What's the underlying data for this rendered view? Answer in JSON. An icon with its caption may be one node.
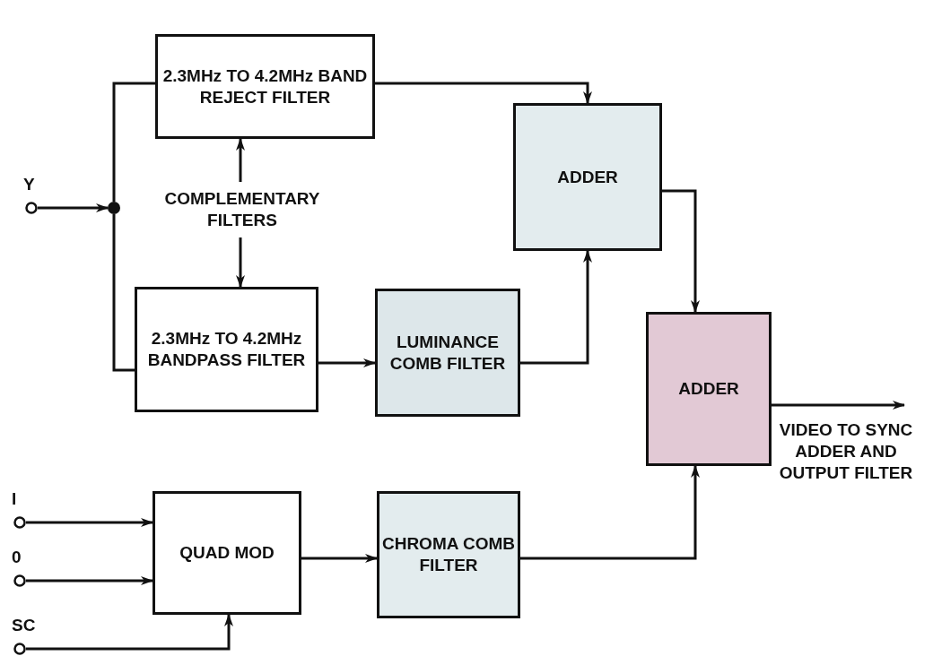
{
  "diagram": {
    "nodes": [
      {
        "text": [
          "2.3MHz TO 4.2MHz BAND REJECT FILTER"
        ]
      },
      {
        "text": [
          "2.3MHz TO 4.2MHz BANDPASS FILTER"
        ]
      },
      {
        "text": [
          "LUMINANCE COMB FILTER"
        ]
      },
      {
        "text": [
          "ADDER"
        ]
      },
      {
        "text": [
          "ADDER"
        ]
      },
      {
        "text": [
          "QUAD MOD"
        ]
      },
      {
        "text": [
          "CHROMA COMB FILTER"
        ]
      },
      {
        "text": [],
        "shape": "circle",
        "beside": [
          "Y"
        ]
      },
      {
        "text": [],
        "shape": "circle",
        "beside": [
          "I"
        ]
      },
      {
        "text": [],
        "shape": "circle",
        "beside": [
          "0"
        ]
      },
      {
        "text": [],
        "shape": "circle",
        "beside": [
          "SC"
        ]
      },
      {
        "text": [],
        "shape": "dot"
      },
      {
        "text": [
          "COMPLEMENTARY FILTERS"
        ]
      }
    ],
    "edges": [
      {
        "from": 7,
        "to": 11,
        "arrow": "to"
      },
      {
        "from": 11,
        "to": 0,
        "arrow": "none"
      },
      {
        "from": 11,
        "to": 1,
        "arrow": "none"
      },
      {
        "from": 12,
        "to": 0,
        "arrow": "to"
      },
      {
        "from": 12,
        "to": 1,
        "arrow": "to"
      },
      {
        "from": 0,
        "to": 3,
        "arrow": "to"
      },
      {
        "from": 1,
        "to": 2,
        "arrow": "to"
      },
      {
        "from": 2,
        "to": 3,
        "arrow": "to"
      },
      {
        "from": 3,
        "to": 4,
        "arrow": "to"
      },
      {
        "from": 5,
        "to": 6,
        "arrow": "to"
      },
      {
        "from": 6,
        "to": 4,
        "arrow": "to"
      },
      {
        "from": 8,
        "to": 5,
        "arrow": "to"
      },
      {
        "from": 9,
        "to": 5,
        "arrow": "to"
      },
      {
        "from": 10,
        "to": 5,
        "arrow": "to"
      },
      {
        "from": 4,
        "to": null,
        "arrow": "to"
      }
    ],
    "labels": [
      "VIDEO TO SYNC ADDER AND OUTPUT FILTER"
    ]
  }
}
